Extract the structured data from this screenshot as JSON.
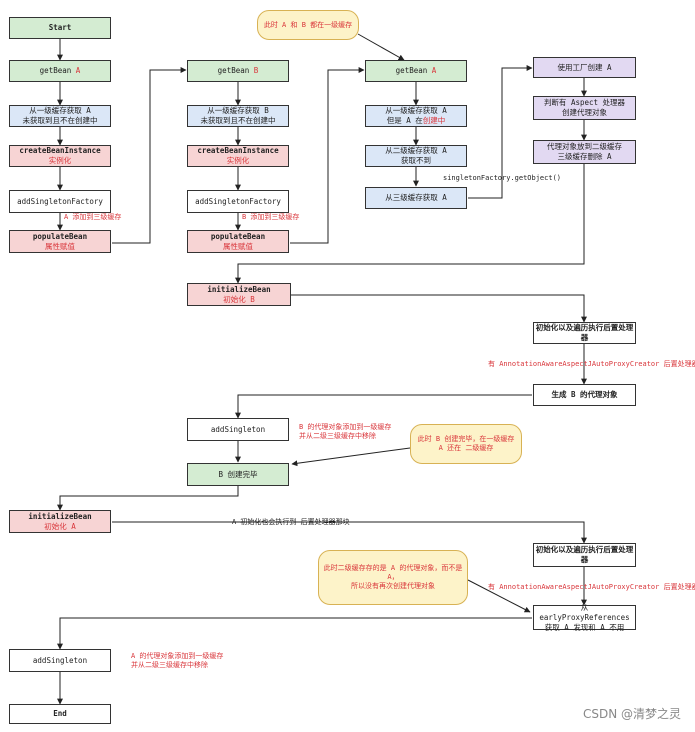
{
  "nodes": {
    "start": "Start",
    "getbean_a": [
      "getBean ",
      "A"
    ],
    "l1_a": [
      "从一级缓存获取 A",
      "未获取到且不在创建中"
    ],
    "create_a": [
      "createBeanInstance",
      "实例化"
    ],
    "addsf_a": "addSingletonFactory",
    "add3_a": "A 添加到三级缓存",
    "populate_a": [
      "populateBean",
      "属性赋值"
    ],
    "getbean_b": [
      "getBean ",
      "B"
    ],
    "l1_b": [
      "从一级缓存获取 B",
      "未获取到且不在创建中"
    ],
    "create_b": [
      "createBeanInstance",
      "实例化"
    ],
    "addsf_b": "addSingletonFactory",
    "add3_b": "B 添加到三级缓存",
    "populate_b": [
      "populateBean",
      "属性赋值"
    ],
    "note_top": "此时 A 和 B 都在一级缓存",
    "getbean_a2": [
      "getBean ",
      "A"
    ],
    "l1_a2": [
      "从一级缓存获取 A",
      "但是 A 在",
      "创建中"
    ],
    "l2_a": [
      "从二级缓存获取 A",
      "获取不到"
    ],
    "l3_a": "从三级缓存获取 A",
    "factory_call": "singletonFactory.getObject()",
    "factory_a": "使用工厂创建 A",
    "aspect_check": [
      "判断有 Aspect 处理器",
      "创建代理对象"
    ],
    "proxy_move": [
      "代理对象放到二级缓存",
      "三级缓存删除 A"
    ],
    "init_b": [
      "initializeBean",
      "初始化 B"
    ],
    "post_b": "初始化以及遍历执行后置处理器",
    "aapc_b": "有 AnnotationAwareAspectJAutoProxyCreator 后置处理器",
    "proxy_b": "生成 B 的代理对象",
    "addsingleton_b": "addSingleton",
    "addsingleton_b_note": [
      "B 的代理对象添加到一级缓存",
      "并从二级三级缓存中移除"
    ],
    "note_mid": [
      "此时 B 创建完毕，在一级缓存",
      "A 还在 二级缓存"
    ],
    "b_done": "B 创建完毕",
    "init_a": [
      "initializeBean",
      "初始化 A"
    ],
    "init_a_note": "A 初始化也会执行到 后置处理器那块",
    "post_a": "初始化以及遍历执行后置处理器",
    "note_bottom": [
      "此时二级缓存存的是 A 的代理对象，而不是 A，",
      "所以没有再次创建代理对象"
    ],
    "aapc_a": "有 AnnotationAwareAspectJAutoProxyCreator 后置处理器",
    "early_ref": [
      "从 earlyProxyReferences",
      "获取 A 发现和 A 不用"
    ],
    "addsingleton_a": "addSingleton",
    "addsingleton_a_note": [
      "A 的代理对象添加到一级缓存",
      "并从二级三级缓存中移除"
    ],
    "end": "End"
  },
  "watermark": "CSDN @清梦之灵"
}
